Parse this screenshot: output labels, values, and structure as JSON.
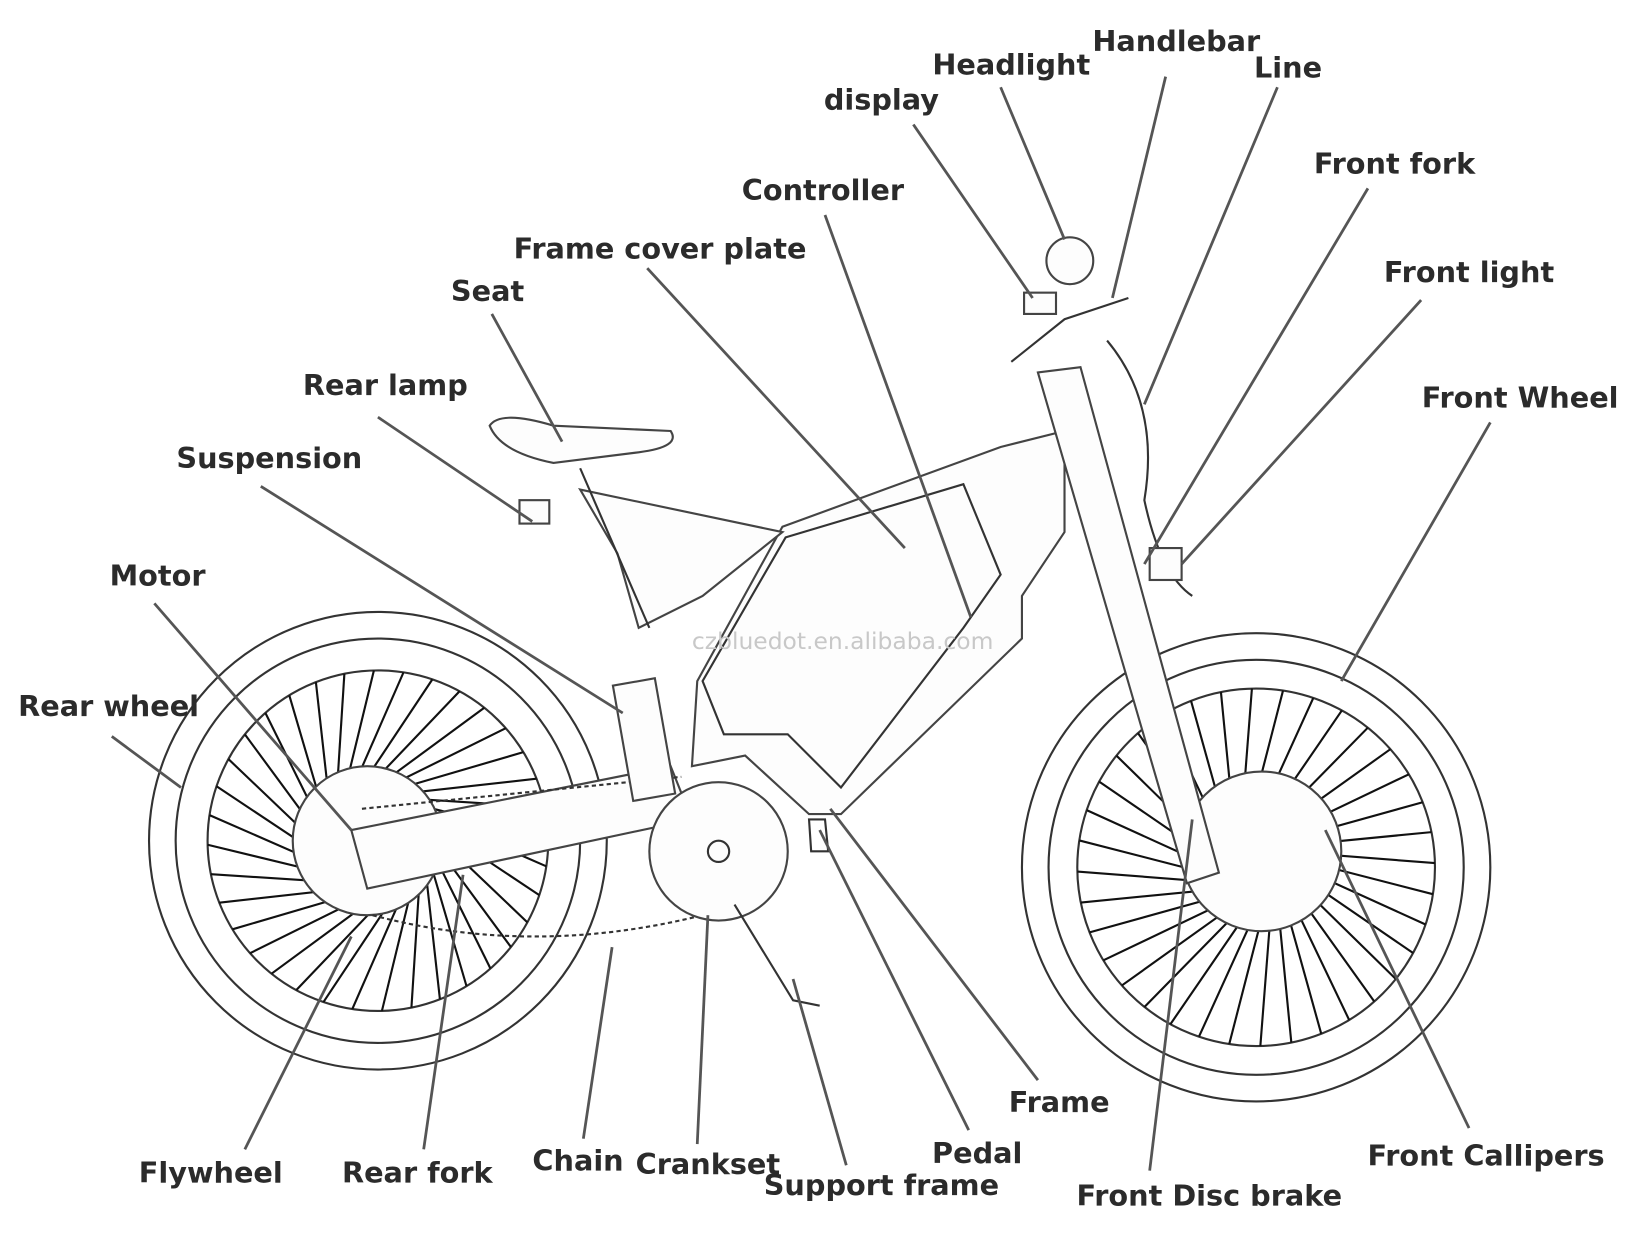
{
  "diagram": {
    "watermark": "czbluedot.en.alibaba.com",
    "labels": [
      "Headlight",
      "Handlebar",
      "Line",
      "display",
      "Front fork",
      "Controller",
      "Frame cover plate",
      "Front light",
      "Seat",
      "Rear lamp",
      "Front Wheel",
      "Suspension",
      "Motor",
      "Rear wheel",
      "Frame",
      "Front Callipers",
      "Pedal",
      "Flywheel",
      "Rear fork",
      "Chain",
      "Crankset",
      "Support frame",
      "Front Disc brake"
    ]
  }
}
